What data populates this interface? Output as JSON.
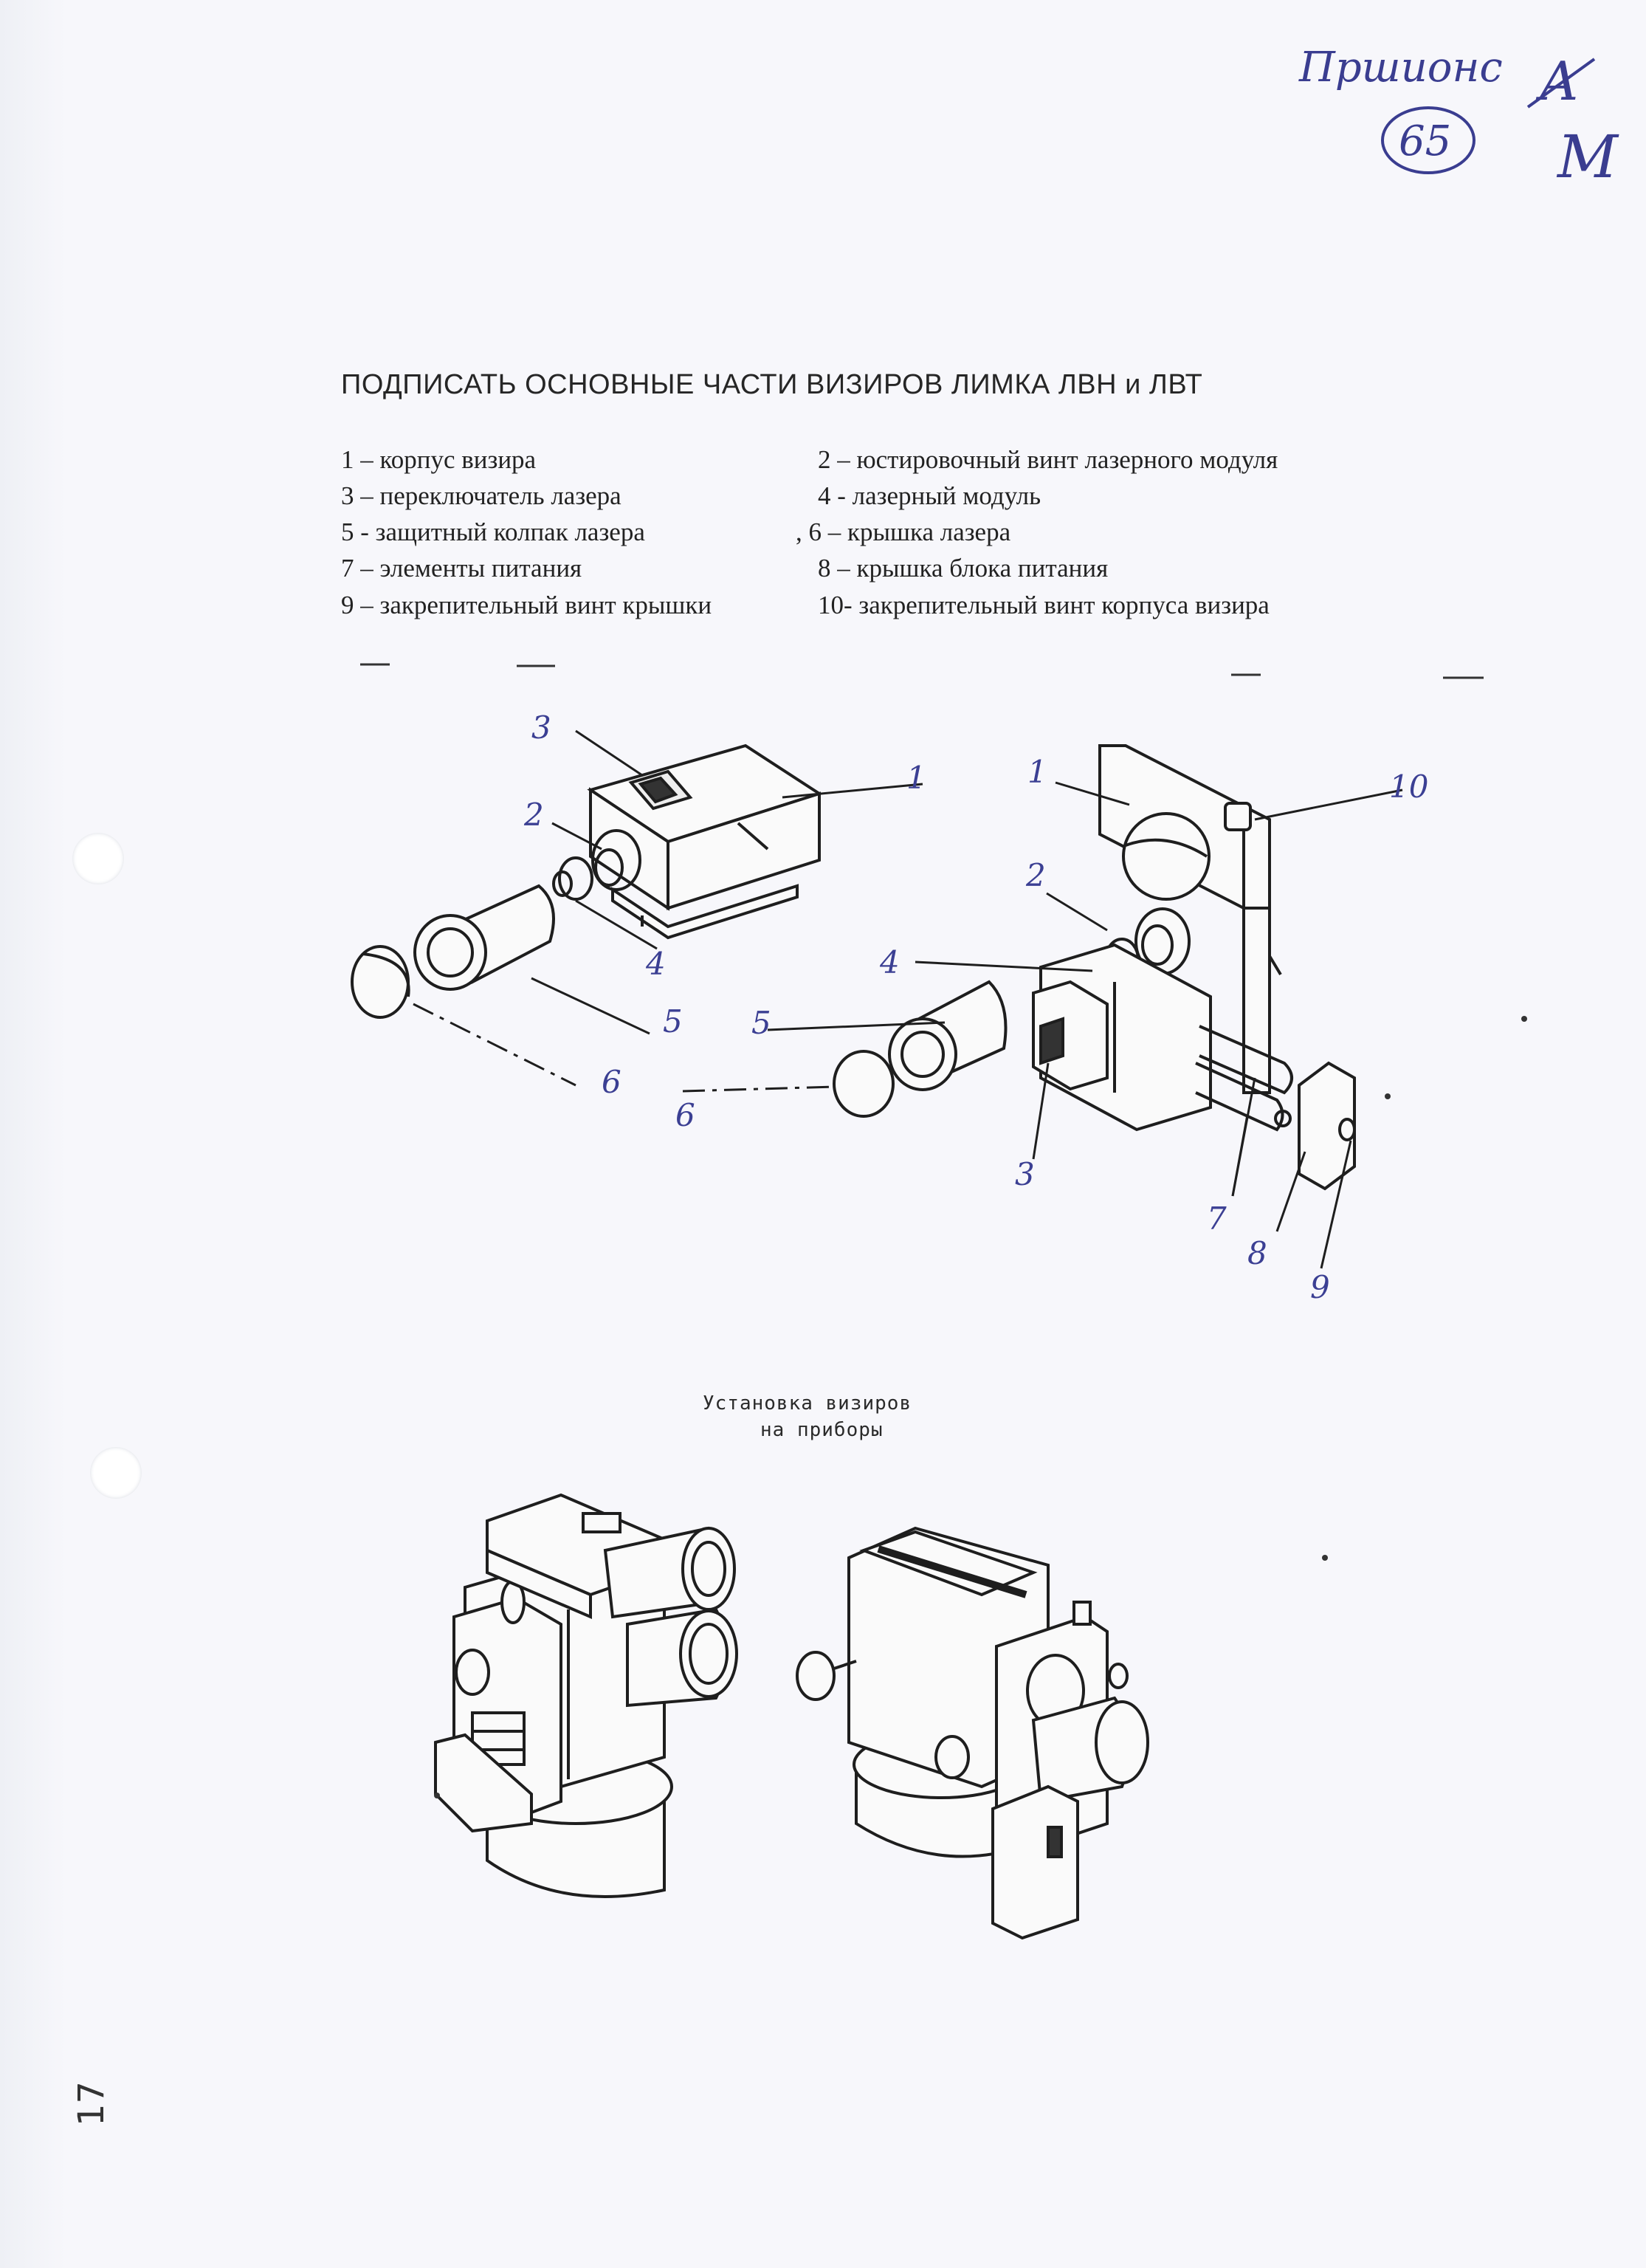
{
  "title": "ПОДПИСАТЬ ОСНОВНЫЕ ЧАСТИ ВИЗИРОВ  ЛИМКА ЛВН и ЛВТ",
  "legend": [
    "1 – корпус визира",
    "2 – юстировочный винт лазерного модуля",
    "3 – переключатель лазера",
    "4 -  лазерный модуль",
    "5 -  защитный колпак лазера",
    ", 6 – крышка лазера",
    "7 – элементы питания",
    "8 – крышка блока питания",
    "9 – закрепительный винт крышки",
    "10- закрепительный винт корпуса визира"
  ],
  "figure_left": {
    "callouts": [
      "3",
      "2",
      "1",
      "4",
      "5",
      "6"
    ]
  },
  "figure_right": {
    "callouts": [
      "1",
      "10",
      "2",
      "4",
      "5",
      "6",
      "3",
      "7",
      "8",
      "9"
    ]
  },
  "caption": {
    "line1": "Установка визиров",
    "line2": "на приборы"
  },
  "annotations": {
    "top_right_word": "Пршионс",
    "circled_number": "65",
    "letter_a": "А",
    "letter_m": "М",
    "margin_number": "17"
  }
}
